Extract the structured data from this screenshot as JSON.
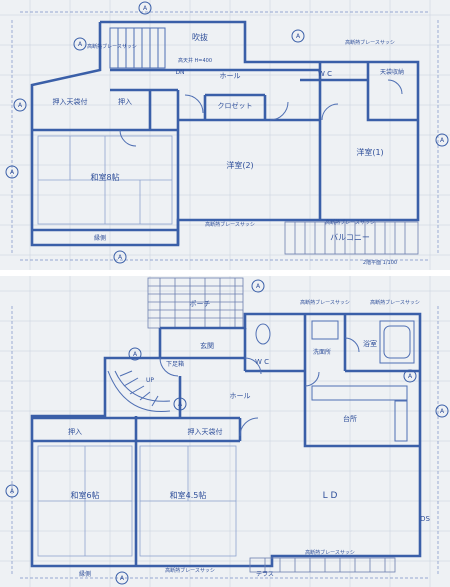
{
  "upper_floor": {
    "rooms": {
      "fukinuke": "吹抜",
      "hall": "ホール",
      "wc": "W C",
      "oshiire_ura": "押入天袋付",
      "oshiire": "押入",
      "closet": "クロゼット",
      "youshitsu2": "洋室(2)",
      "youshitsu1": "洋室(1)",
      "washitsu8": "和室8帖",
      "balcony": "バルコニー",
      "storage": "天袋収納"
    },
    "notes": {
      "sash_1": "高断熱ブレースサッシ",
      "sash_2": "高断熱ブレースサッシ",
      "sash_3": "高断熱ブレースサッシ",
      "sash_4": "高断熱ブレースサッシ",
      "dn": "DN",
      "ceiling": "高天井 H=400",
      "engawa": "縁側",
      "scale": "2階平面 1/100"
    }
  },
  "lower_floor": {
    "rooms": {
      "porch": "ポーチ",
      "genkan": "玄関",
      "getabako": "下足箱",
      "wc": "W C",
      "senmen": "洗面所",
      "bath": "浴室",
      "hall": "ホール",
      "kitchen": "台所",
      "oshiire_left": "押入",
      "oshiire_right": "押入天袋付",
      "washitsu6": "和室6帖",
      "washitsu45": "和室4.5帖",
      "ld": "L D",
      "terrace": "テラス",
      "engawa": "縁側"
    },
    "notes": {
      "sash_1": "高断熱ブレースサッシ",
      "sash_2": "高断熱ブレースサッシ",
      "sash_3": "高断熱ブレースサッシ",
      "sash_4": "高断熱ブレースサッシ",
      "up": "UP",
      "ds": "DS"
    }
  }
}
